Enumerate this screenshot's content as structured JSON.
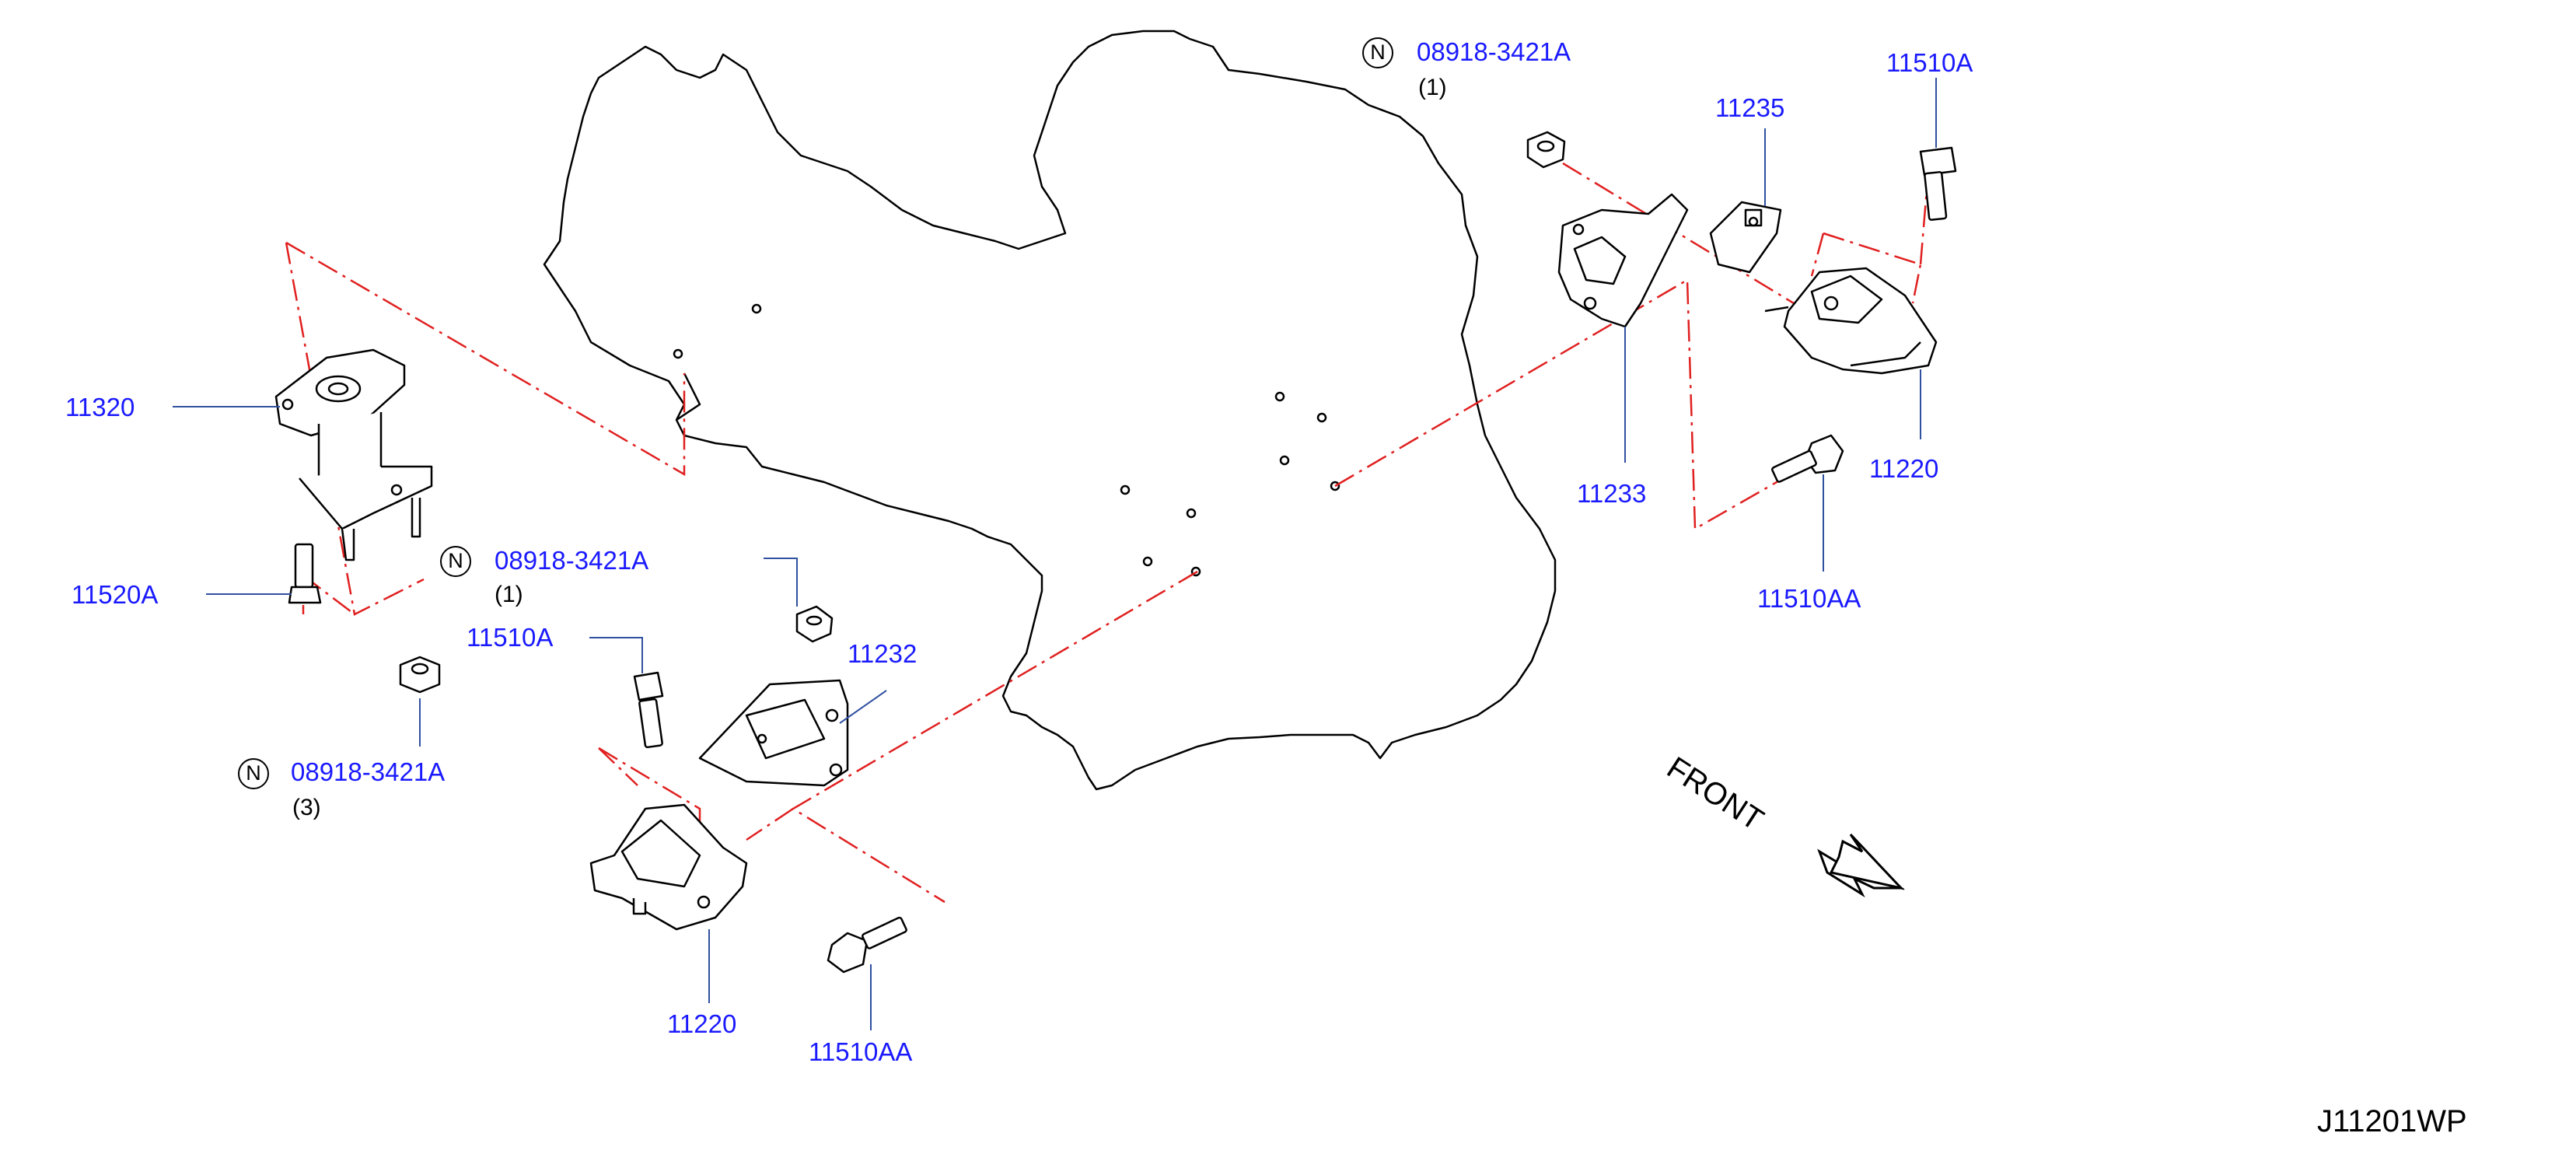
{
  "colors": {
    "label_blue": "#1a1aff",
    "line_black": "#000000",
    "phantom_red": "#e02020",
    "leader_blue": "#3050a0"
  },
  "callouts": [
    {
      "id": "11320",
      "text": "11320"
    },
    {
      "id": "11520A",
      "text": "11520A"
    },
    {
      "id": "08918-3421A-mid",
      "text": "08918-3421A",
      "badge": "N",
      "qty": "(1)"
    },
    {
      "id": "11510A-left",
      "text": "11510A"
    },
    {
      "id": "11232",
      "text": "11232"
    },
    {
      "id": "08918-3421A-left",
      "text": "08918-3421A",
      "badge": "N",
      "qty": "(3)"
    },
    {
      "id": "11220-left",
      "text": "11220"
    },
    {
      "id": "11510AA-left",
      "text": "11510AA"
    },
    {
      "id": "08918-3421A-top",
      "text": "08918-3421A",
      "badge": "N",
      "qty": "(1)"
    },
    {
      "id": "11235",
      "text": "11235"
    },
    {
      "id": "11510A-right",
      "text": "11510A"
    },
    {
      "id": "11233",
      "text": "11233"
    },
    {
      "id": "11220-right",
      "text": "11220"
    },
    {
      "id": "11510AA-right",
      "text": "11510AA"
    }
  ],
  "front_label": "FRONT",
  "diagram_id": "J11201WP",
  "icons": [
    "engine-outline",
    "engine-mount-part",
    "bracket-part",
    "bolt-icon",
    "nut-icon",
    "front-arrow-icon"
  ]
}
